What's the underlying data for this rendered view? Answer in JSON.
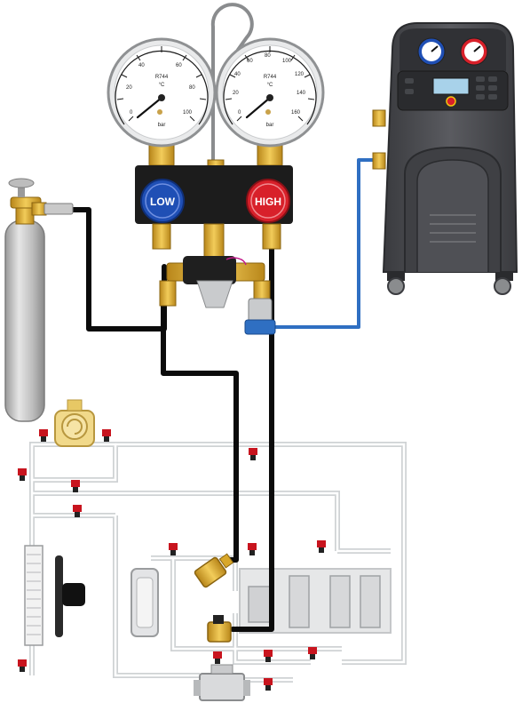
{
  "manifold": {
    "low_gauge": {
      "refrigerant": "R744",
      "unit_top": "°C",
      "unit_bottom": "bar",
      "scale_labels": [
        "0",
        "20",
        "40",
        "60",
        "80",
        "100"
      ]
    },
    "high_gauge": {
      "refrigerant": "R744",
      "unit_top": "°C",
      "unit_bottom": "bar",
      "scale_labels": [
        "0",
        "20",
        "40",
        "60",
        "80",
        "100",
        "120",
        "140",
        "160"
      ]
    },
    "low_label": "LOW",
    "high_label": "HIGH"
  },
  "colors": {
    "low_badge": "#1f4fb5",
    "high_badge": "#d8202a",
    "hose": "#0b0b0b",
    "service_line": "#2f6fc2",
    "brass": "#d8a72a",
    "station_body": "#4a4b4f",
    "service_valve": "#c8141e"
  },
  "icons": {
    "cylinder": "co2-cylinder-icon",
    "station": "recovery-station-icon",
    "compressor": "compressor-icon",
    "valve": "service-valve-icon"
  }
}
